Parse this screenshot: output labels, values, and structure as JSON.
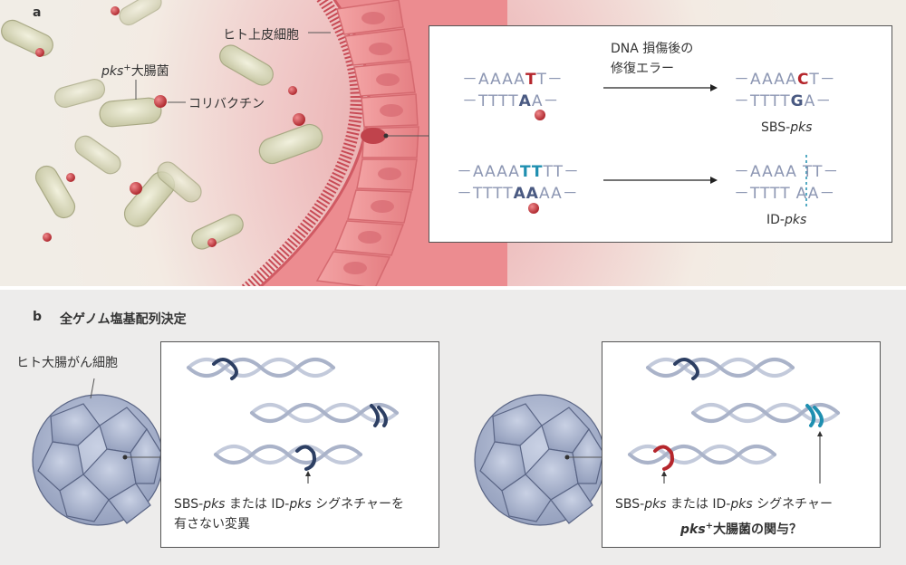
{
  "panel_a": {
    "label": "a",
    "cell_label": "ヒト上皮細胞",
    "bacteria_label_italic": "pks",
    "bacteria_label_sup": "+",
    "bacteria_label_rest": "大腸菌",
    "colibactin_label": "コリバクチン",
    "arrow_label_line1": "DNA 損傷後の",
    "arrow_label_line2": "修復エラー",
    "sbs": {
      "top_before": "－AAAA",
      "top_mut": "T",
      "top_after": "T－",
      "bot_before": "－TTTT",
      "bot_mut": "A",
      "bot_after": "A－",
      "res_top_before": "－AAAA",
      "res_top_mut": "C",
      "res_top_after": "T－",
      "res_bot_before": "－TTTT",
      "res_bot_mut": "G",
      "res_bot_after": "A－",
      "name_prefix": "SBS-",
      "name_italic": "pks"
    },
    "id": {
      "top_before": "－AAAA",
      "top_mut": "TT",
      "top_after": "TT－",
      "bot_before": "－TTTT",
      "bot_mut": "AA",
      "bot_after": "AA－",
      "res_top_before": "－AAAA",
      "res_top_after": "TT－",
      "res_bot_before": "－TTTT",
      "res_bot_after": "AA－",
      "name_prefix": "ID-",
      "name_italic": "pks"
    },
    "colors": {
      "red_mut": "#b5262c",
      "teal_mut": "#1f8fb0",
      "bead": "#d0444a"
    }
  },
  "panel_b": {
    "label": "b",
    "title": "全ゲノム塩基配列決定",
    "left_cell_label": "ヒト大腸がん細胞",
    "left_caption_p1": "SBS-",
    "left_caption_i1": "pks",
    "left_caption_p2": " または ID-",
    "left_caption_i2": "pks",
    "left_caption_p3": " シグネチャーを",
    "left_caption_line2": "有さない変異",
    "right_caption_p1": "SBS-",
    "right_caption_i1": "pks",
    "right_caption_p2": " または ID-",
    "right_caption_i2": "pks",
    "right_caption_p3": " シグネチャー",
    "right_q_italic": "pks",
    "right_q_sup": "+",
    "right_q_rest": "大腸菌の関与？"
  }
}
